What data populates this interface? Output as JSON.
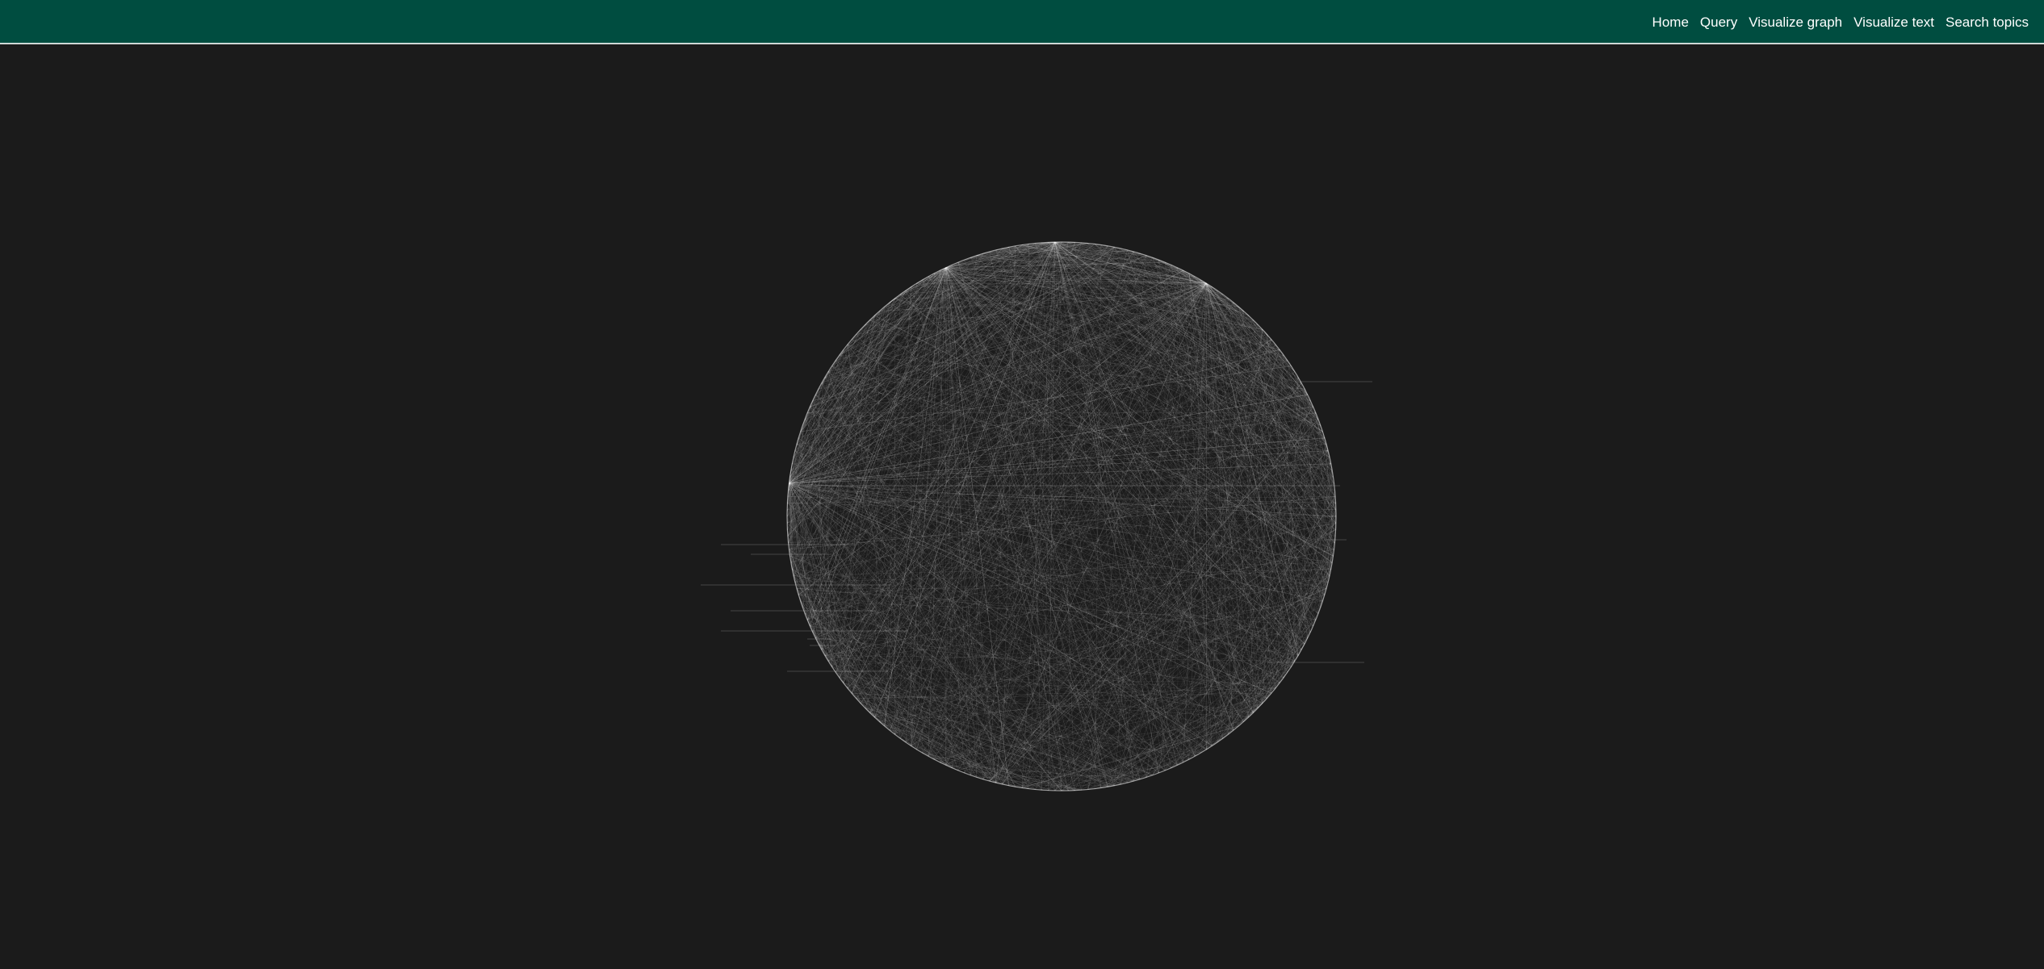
{
  "nav": {
    "items": [
      {
        "label": "Home",
        "name": "nav-home"
      },
      {
        "label": "Query",
        "name": "nav-query"
      },
      {
        "label": "Visualize graph",
        "name": "nav-visualize-graph"
      },
      {
        "label": "Visualize text",
        "name": "nav-visualize-text"
      },
      {
        "label": "Search topics",
        "name": "nav-search-topics"
      }
    ]
  },
  "colors": {
    "navbar": "#004d40",
    "background": "#1b1b1b",
    "edge": "#ffffff",
    "nav_text": "#ffffff"
  },
  "graph": {
    "layout": "circular",
    "node_labels_visible": false
  }
}
